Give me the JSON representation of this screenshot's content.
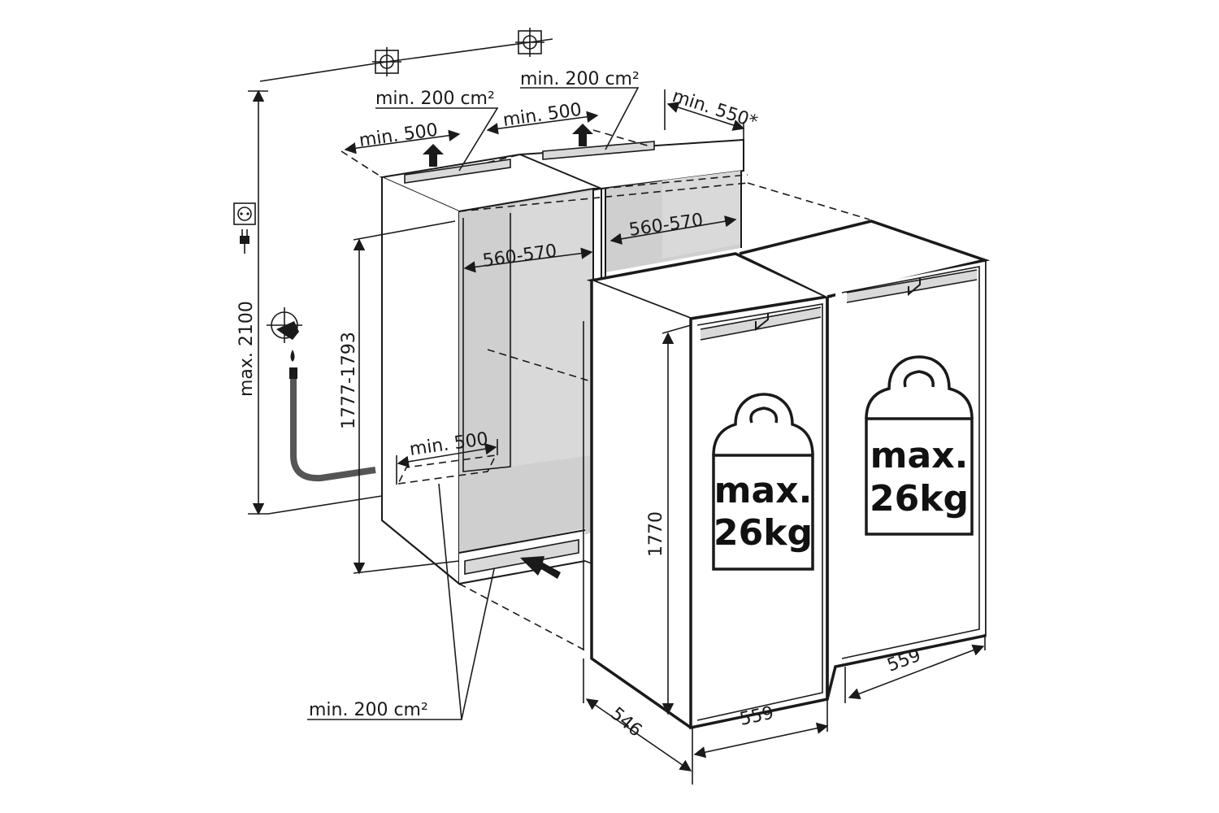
{
  "labels": {
    "vent_top_left_area": "min. 200 cm²",
    "vent_top_left_depth": "min. 500",
    "vent_top_right_area": "min. 200 cm²",
    "vent_top_right_depth": "min. 500",
    "clearance_depth": "min. 550*",
    "niche_width_left": "560-570",
    "niche_width_right": "560-570",
    "max_height": "max. 2100",
    "niche_height": "1777-1793",
    "vent_bottom_depth": "min. 500",
    "vent_bottom_area": "min. 200 cm²",
    "appliance_height": "1770",
    "appliance_depth": "546",
    "appliance_width_left": "559",
    "appliance_width_right": "559",
    "door_load_left_line1": "max.",
    "door_load_left_line2": "26kg",
    "door_load_right_line1": "max.",
    "door_load_right_line2": "26kg"
  },
  "icons": [
    "socket-icon",
    "plug-icon",
    "water-tap-icon",
    "weight-icon",
    "airflow-arrow-icon",
    "crosshair-icon"
  ]
}
